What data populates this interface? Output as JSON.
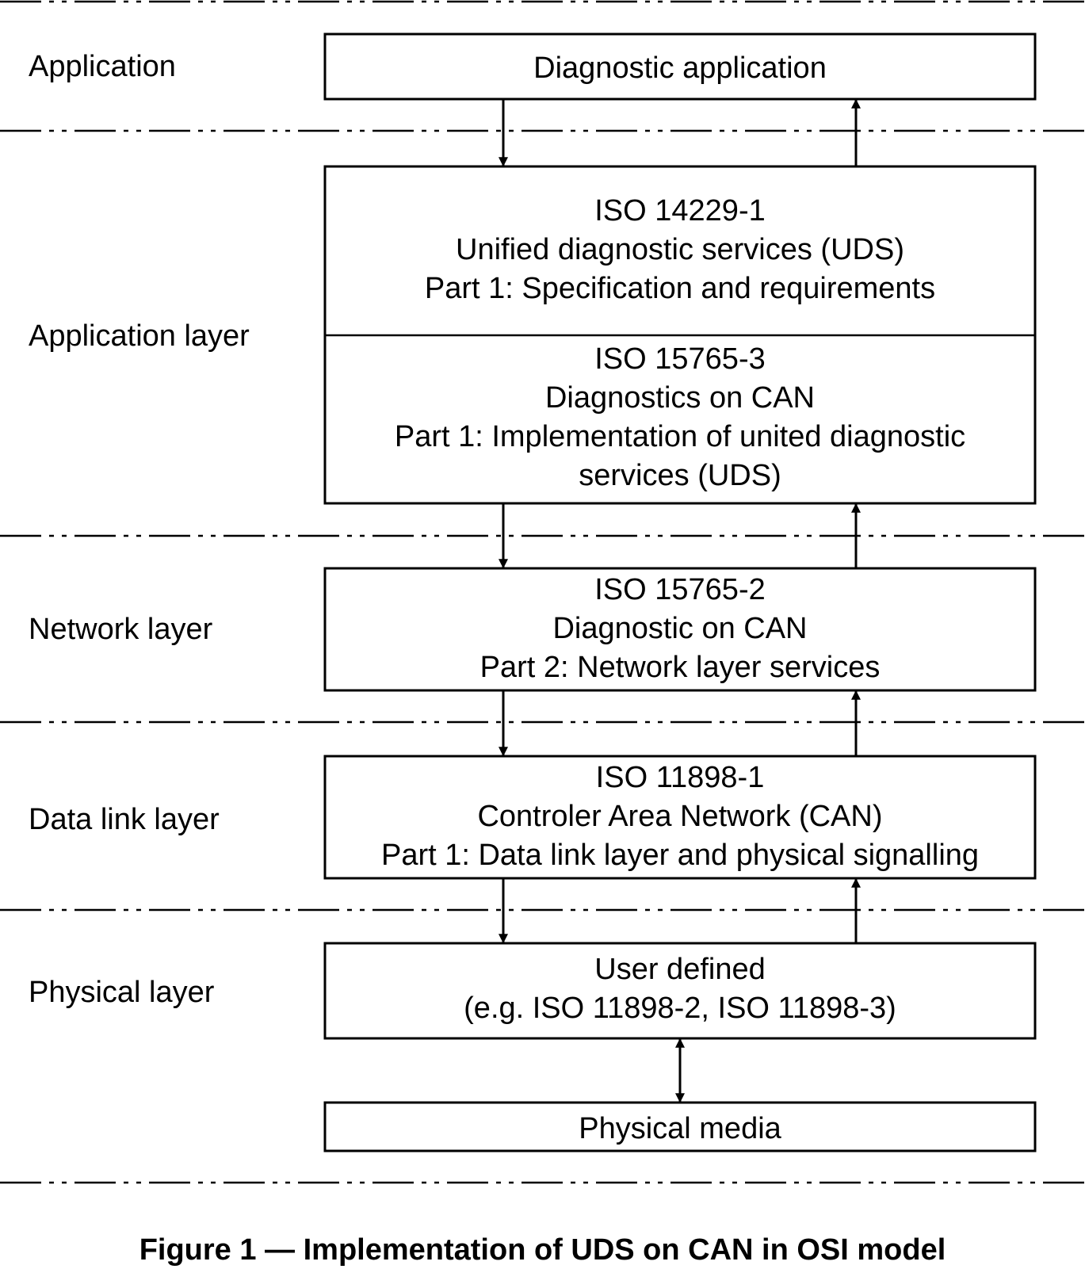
{
  "layers": {
    "application": "Application",
    "application_layer": "Application layer",
    "network_layer": "Network layer",
    "data_link_layer": "Data link layer",
    "physical_layer": "Physical layer"
  },
  "boxes": {
    "diagnostic_application": "Diagnostic application",
    "iso14229": {
      "line1": "ISO 14229-1",
      "line2": "Unified diagnostic services (UDS)",
      "line3": "Part 1: Specification and requirements"
    },
    "iso15765_3": {
      "line1": "ISO 15765-3",
      "line2": "Diagnostics on CAN",
      "line3": "Part 1: Implementation of united diagnostic",
      "line4": "services (UDS)"
    },
    "iso15765_2": {
      "line1": "ISO 15765-2",
      "line2": "Diagnostic on CAN",
      "line3": "Part 2: Network layer services"
    },
    "iso11898_1": {
      "line1": "ISO 11898-1",
      "line2": "Controler Area Network (CAN)",
      "line3": "Part 1: Data link layer and physical signalling"
    },
    "user_defined": {
      "line1": "User defined",
      "line2": "(e.g. ISO 11898-2, ISO 11898-3)"
    },
    "physical_media": "Physical media"
  },
  "caption": "Figure 1 — Implementation of UDS on CAN in OSI model"
}
